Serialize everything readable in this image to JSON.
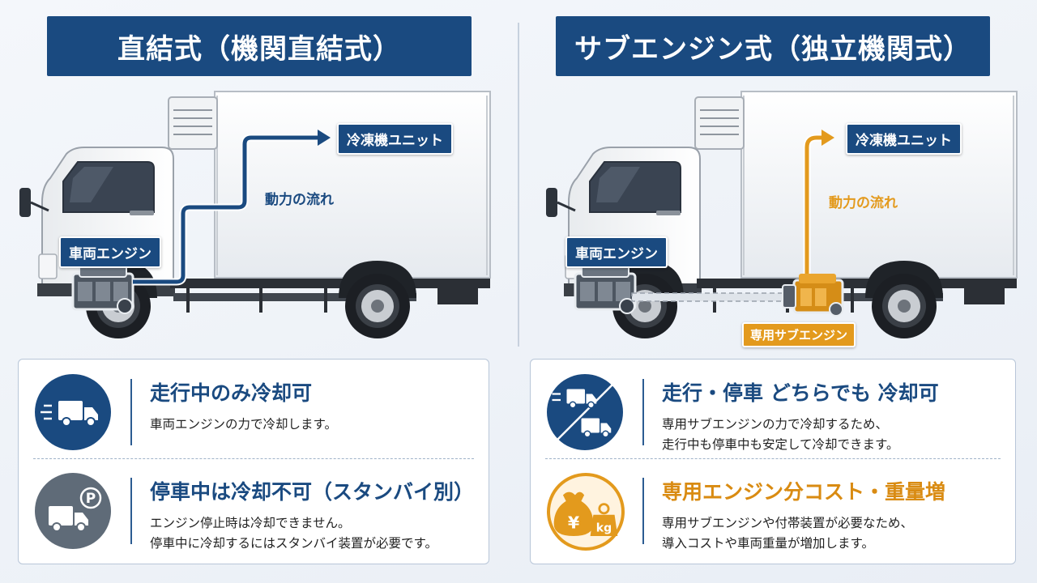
{
  "left": {
    "title": "直結式（機関直結式）",
    "labels": {
      "engine": "車両エンジン",
      "unit": "冷凍機ユニット",
      "flow": "動力の流れ"
    },
    "features": [
      {
        "icon": "moving-truck-icon",
        "heading": "走行中のみ冷却可",
        "lines": [
          "車両エンジンの力で冷却します。"
        ]
      },
      {
        "icon": "parked-truck-icon",
        "heading": "停車中は冷却不可（スタンバイ別）",
        "lines": [
          "エンジン停止時は冷却できません。",
          "停車中に冷却するにはスタンバイ装置が必要です。"
        ]
      }
    ]
  },
  "right": {
    "title": "サブエンジン式（独立機関式）",
    "labels": {
      "engine": "車両エンジン",
      "unit": "冷凍機ユニット",
      "flow": "動力の流れ",
      "sub_engine": "専用サブエンジン"
    },
    "features": [
      {
        "icon": "moving-and-parked-truck-icon",
        "heading": "走行・停車 どちらでも 冷却可",
        "lines": [
          "専用サブエンジンの力で冷却するため、",
          "走行中も停車中も安定して冷却できます。"
        ]
      },
      {
        "icon": "money-bag-weight-icon",
        "heading": "専用エンジン分コスト・重量増",
        "lines": [
          "専用サブエンジンや付帯装置が必要なため、",
          "導入コストや車両重量が増加します。"
        ]
      }
    ]
  },
  "icon_text": {
    "parking": "P",
    "yen": "¥",
    "kg": "kg"
  },
  "colors": {
    "navy": "#1a4a80",
    "orange": "#e39a1d",
    "grey_icon": "#5f6b78"
  }
}
